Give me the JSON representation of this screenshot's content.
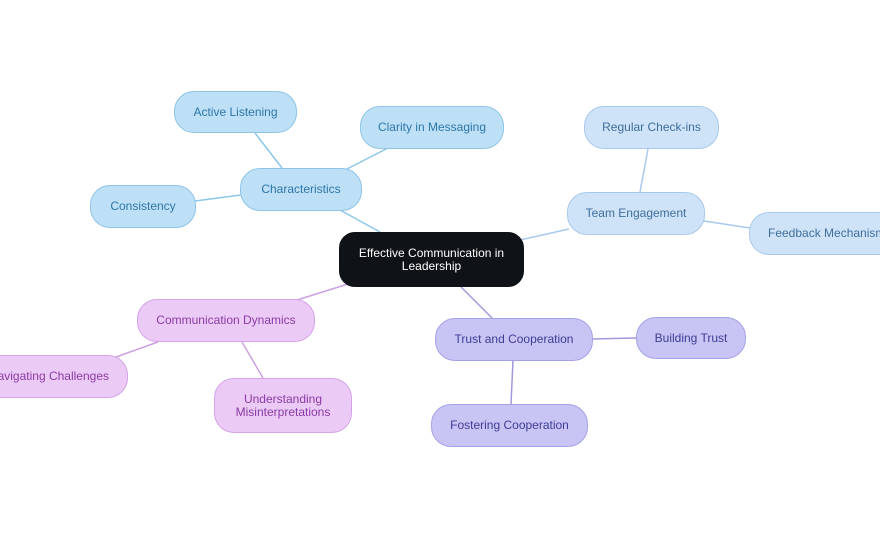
{
  "colors": {
    "root_fill": "#0f1216",
    "branch_characteristics": "#bde0f7",
    "branch_team_engagement": "#cfe3f8",
    "branch_trust": "#c8c5f4",
    "branch_dynamics": "#ebcbf6",
    "link_blue": "#8cc8ea",
    "link_lightblue": "#a9c9ec",
    "link_lavender": "#9e99dd",
    "link_pink": "#cda0e2"
  },
  "mindmap": {
    "root": {
      "label": "Effective Communication in Leadership"
    },
    "characteristics": {
      "label": "Characteristics",
      "children": {
        "active_listening": "Active Listening",
        "clarity": "Clarity in Messaging",
        "consistency": "Consistency"
      }
    },
    "team_engagement": {
      "label": "Team Engagement",
      "children": {
        "regular_checkins": "Regular Check-ins",
        "feedback": "Feedback Mechanisms"
      }
    },
    "trust": {
      "label": "Trust and Cooperation",
      "children": {
        "building_trust": "Building Trust",
        "fostering": "Fostering Cooperation"
      }
    },
    "dynamics": {
      "label": "Communication Dynamics",
      "children": {
        "navigating": "Navigating Challenges",
        "understanding": "Understanding Misinterpretations"
      }
    }
  }
}
